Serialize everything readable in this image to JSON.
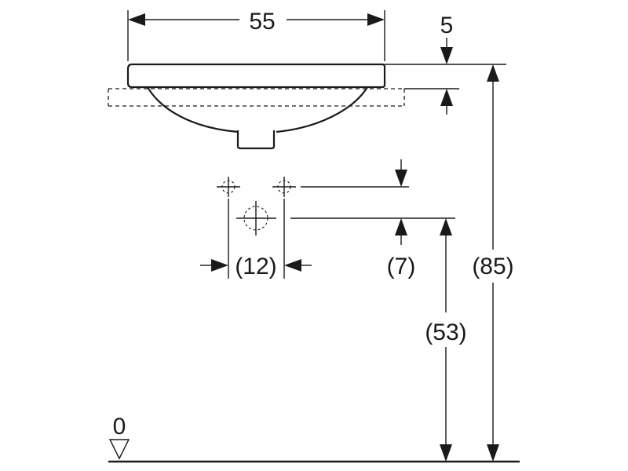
{
  "drawing": {
    "dimensions": {
      "width": "55",
      "rim_thickness": "5",
      "tap_spacing": "(12)",
      "tap_offset": "(7)",
      "tap_height": "(53)",
      "total_height": "(85)",
      "floor_level": "0"
    },
    "colors": {
      "line": "#1a1a1a",
      "background": "#ffffff"
    }
  }
}
